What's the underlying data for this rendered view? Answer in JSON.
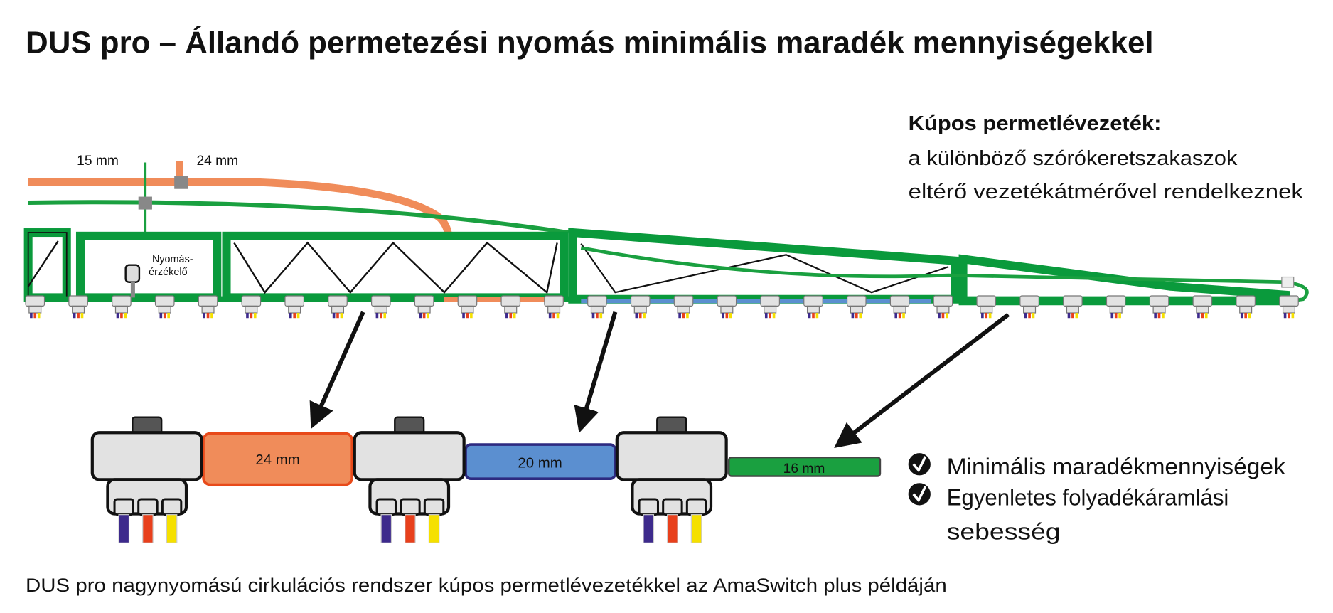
{
  "title": "DUS pro – Állandó permetezési nyomás minimális maradék mennyiségekkel",
  "side_note": {
    "heading": "Kúpos permetlévezeték:",
    "line1": "a különböző szórókeretszakaszok",
    "line2": "eltérő vezetékátmérővel rendelkeznek"
  },
  "diagram": {
    "label_15": "15 mm",
    "label_24": "24 mm",
    "sensor_label_1": "Nyomás-",
    "sensor_label_2": "érzékelő",
    "pipes": [
      {
        "label": "24 mm",
        "color": "#f08c5a"
      },
      {
        "label": "20 mm",
        "color": "#5b8fd0"
      },
      {
        "label": "16 mm",
        "color": "#1aa040"
      }
    ],
    "colors": {
      "boom": "#0a9a3c",
      "orange": "#f08c5a",
      "blue": "#5b8fd0"
    }
  },
  "benefits": [
    {
      "icon": "check-circle-icon",
      "text": "Minimális maradékmennyiségek"
    },
    {
      "icon": "check-circle-icon",
      "text_1": "Egyenletes folyadékáramlási",
      "text_2": "sebesség"
    }
  ],
  "caption": "DUS pro nagynyomású cirkulációs rendszer kúpos permetlévezetékkel az AmaSwitch plus példáján"
}
